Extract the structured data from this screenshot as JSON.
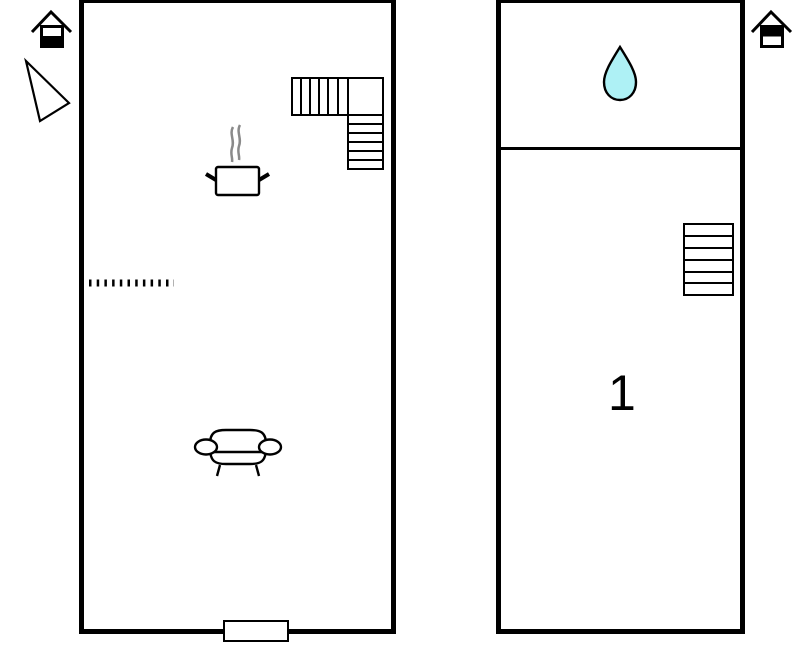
{
  "floors": [
    {
      "name": "ground-floor",
      "icons": [
        "floor-indicator-ground",
        "north-arrow",
        "staircase-l-shape",
        "kitchen-pot",
        "partition-dashed",
        "armchair",
        "entrance-door"
      ],
      "room_label": ""
    },
    {
      "name": "upper-floor",
      "icons": [
        "floor-indicator-upper",
        "bathroom-water-drop",
        "staircase-straight"
      ],
      "room_label": "1"
    }
  ],
  "colors": {
    "wall": "#000000",
    "water_drop": "#aef1f5",
    "steam": "#8a8a8a",
    "background": "#ffffff"
  }
}
